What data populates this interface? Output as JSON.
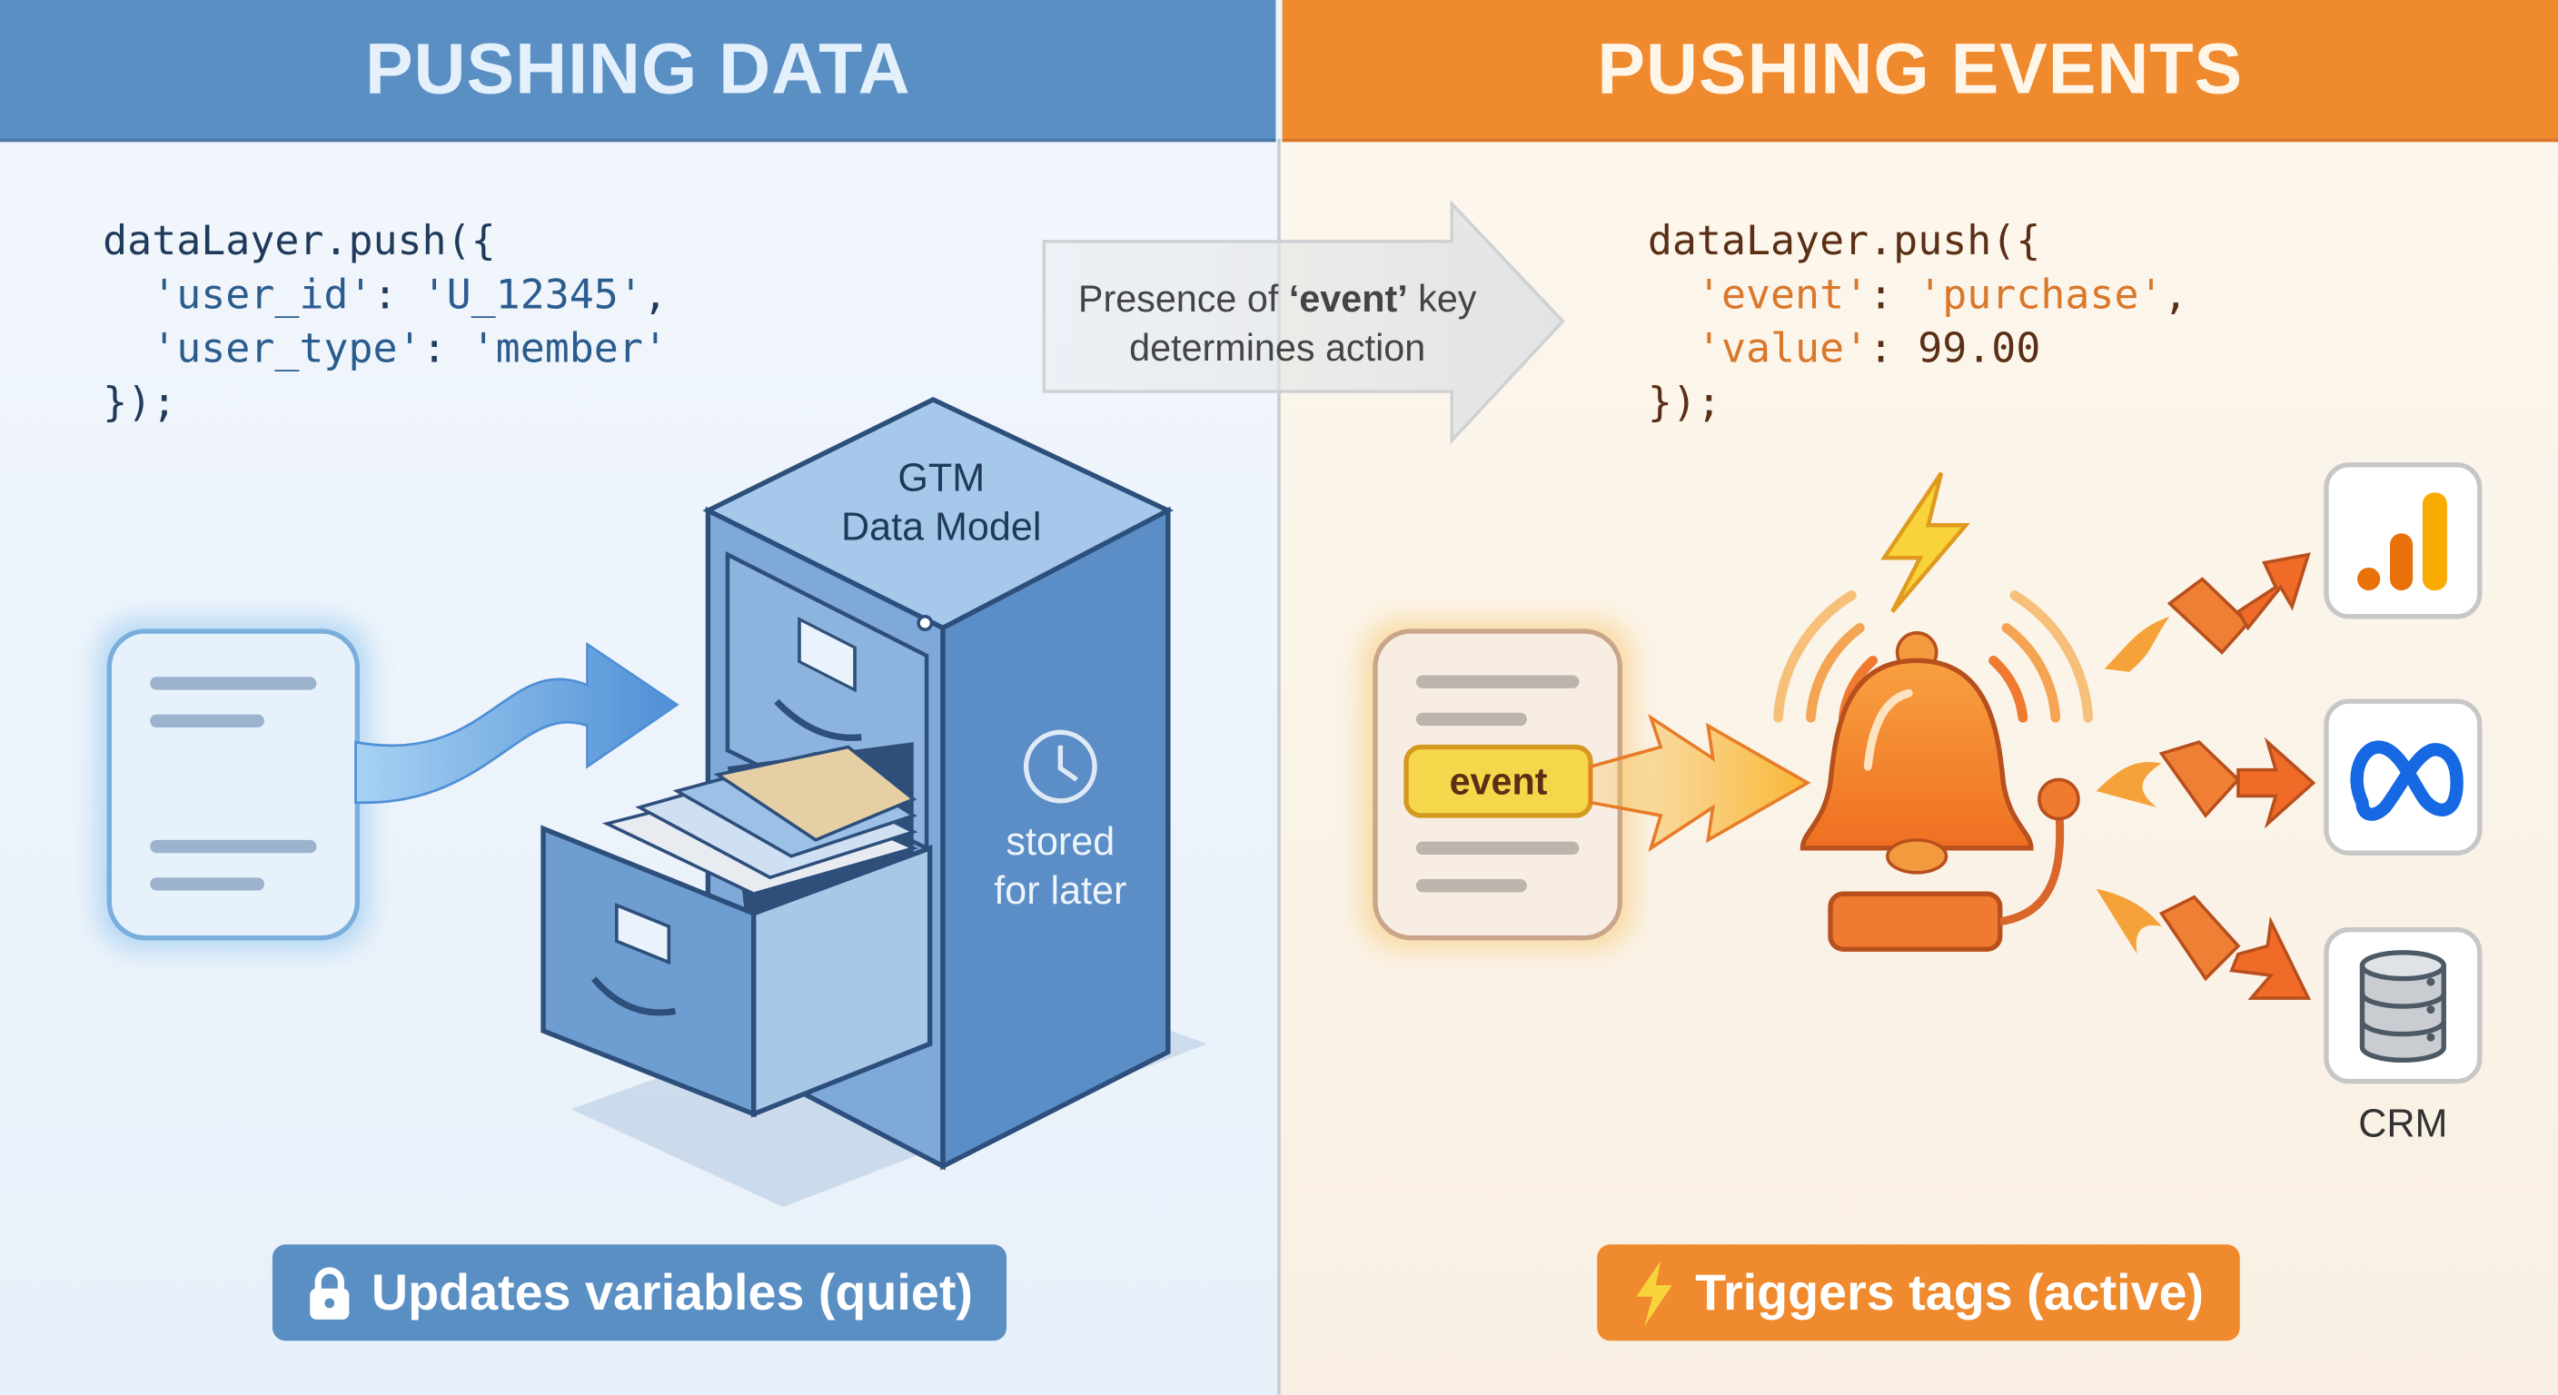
{
  "left_panel": {
    "title": "PUSHING DATA",
    "code": {
      "line1": "dataLayer.push({",
      "line2_key": "'user_id'",
      "line2_sep": ": ",
      "line2_val": "'U_12345'",
      "line2_end": ",",
      "line3_key": "'user_type'",
      "line3_sep": ": ",
      "line3_val": "'member'",
      "line4": "});"
    },
    "cabinet_label_1": "GTM",
    "cabinet_label_2": "Data Model",
    "stored_1": "stored",
    "stored_2": "for later",
    "badge": "Updates variables (quiet)",
    "badge_icon": "lock-icon",
    "color": "#5a8fc4"
  },
  "middle_note": {
    "prefix": "Presence of ",
    "key": "‘event’",
    "suffix": " key",
    "line2": "determines action"
  },
  "right_panel": {
    "title": "PUSHING EVENTS",
    "code": {
      "line1": "dataLayer.push({",
      "line2_key": "'event'",
      "line2_sep": ": ",
      "line2_val": "'purchase'",
      "line2_end": ",",
      "line3_key": "'value'",
      "line3_sep": ": ",
      "line3_val": "99.00",
      "line4": "});"
    },
    "event_pill": "event",
    "destinations": [
      {
        "icon": "analytics-bar-chart-icon"
      },
      {
        "icon": "meta-infinity-icon"
      },
      {
        "icon": "database-icon",
        "label": "CRM"
      }
    ],
    "badge": "Triggers tags (active)",
    "badge_icon": "lightning-bolt-icon",
    "color": "#ef8a2e"
  }
}
